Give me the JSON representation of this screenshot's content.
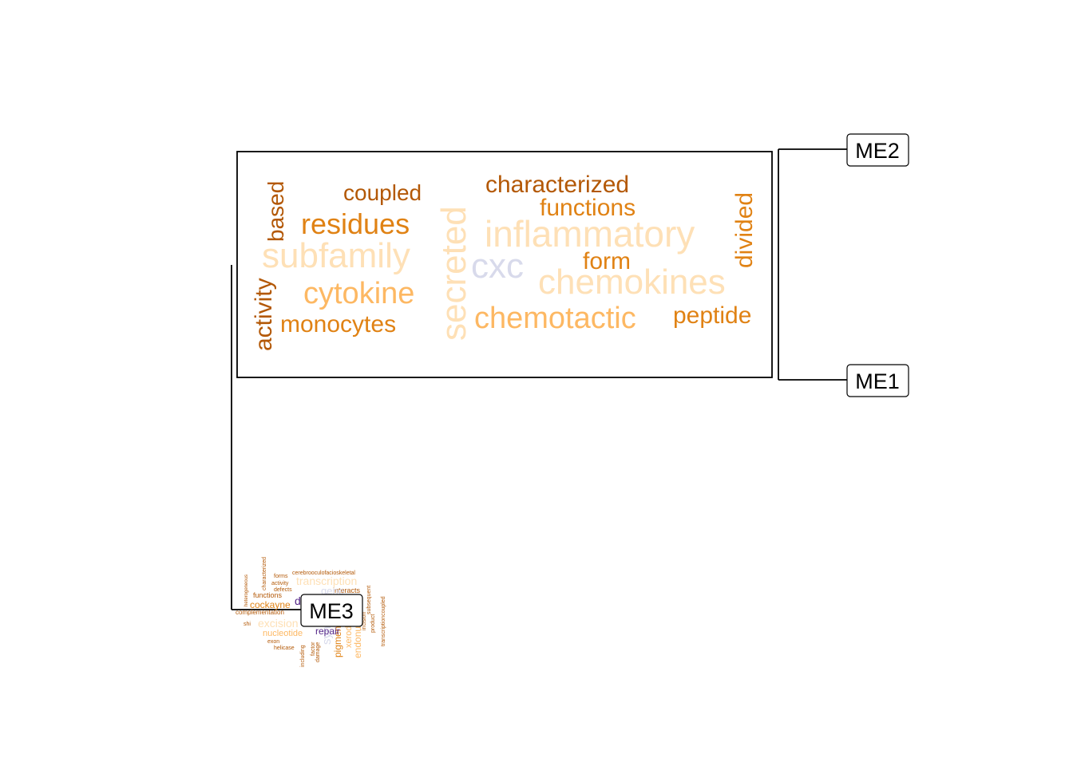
{
  "nodes": {
    "me2": "ME2",
    "me1": "ME1",
    "me3": "ME3"
  },
  "colors": {
    "dark": "#b35806",
    "orange": "#e08214",
    "light_orange": "#fdb863",
    "pale": "#fee0b6",
    "lavender": "#d8daeb",
    "purple": "#542788"
  },
  "cloud_main": [
    {
      "text": "activity",
      "tone": "dark"
    },
    {
      "text": "based",
      "tone": "dark"
    },
    {
      "text": "coupled",
      "tone": "dark"
    },
    {
      "text": "residues",
      "tone": "orange"
    },
    {
      "text": "subfamily",
      "tone": "pale"
    },
    {
      "text": "cytokine",
      "tone": "light_orange"
    },
    {
      "text": "monocytes",
      "tone": "orange"
    },
    {
      "text": "secreted",
      "tone": "pale"
    },
    {
      "text": "cxc",
      "tone": "lavender"
    },
    {
      "text": "characterized",
      "tone": "dark"
    },
    {
      "text": "functions",
      "tone": "orange"
    },
    {
      "text": "inflammatory",
      "tone": "pale"
    },
    {
      "text": "form",
      "tone": "orange"
    },
    {
      "text": "chemokines",
      "tone": "pale"
    },
    {
      "text": "chemotactic",
      "tone": "light_orange"
    },
    {
      "text": "peptide",
      "tone": "orange"
    },
    {
      "text": "divided",
      "tone": "orange"
    }
  ],
  "cloud_small": [
    {
      "text": "heterogeneous",
      "tone": "dark"
    },
    {
      "text": "characterized",
      "tone": "dark"
    },
    {
      "text": "forms",
      "tone": "dark"
    },
    {
      "text": "cerebrooculofacioskeletal",
      "tone": "dark"
    },
    {
      "text": "activity",
      "tone": "dark"
    },
    {
      "text": "transcription",
      "tone": "pale"
    },
    {
      "text": "defects",
      "tone": "dark"
    },
    {
      "text": "functions",
      "tone": "dark"
    },
    {
      "text": "interacts",
      "tone": "dark"
    },
    {
      "text": "cockayne",
      "tone": "orange"
    },
    {
      "text": "complementation",
      "tone": "dark"
    },
    {
      "text": "excision",
      "tone": "pale"
    },
    {
      "text": "nucleotide",
      "tone": "light_orange"
    },
    {
      "text": "exon",
      "tone": "dark"
    },
    {
      "text": "helicase",
      "tone": "dark"
    },
    {
      "text": "syndrome",
      "tone": "lavender"
    },
    {
      "text": "pigmentosum",
      "tone": "orange"
    },
    {
      "text": "xeroderma",
      "tone": "light_orange"
    },
    {
      "text": "endonuclease",
      "tone": "light_orange"
    },
    {
      "text": "incision",
      "tone": "dark"
    },
    {
      "text": "product",
      "tone": "dark"
    },
    {
      "text": "transcriptioncoupled",
      "tone": "dark"
    },
    {
      "text": "subsequent",
      "tone": "dark"
    },
    {
      "text": "factor",
      "tone": "dark"
    },
    {
      "text": "damage",
      "tone": "dark"
    },
    {
      "text": "including",
      "tone": "dark"
    },
    {
      "text": "repair",
      "tone": "purple"
    },
    {
      "text": "dna",
      "tone": "purple"
    },
    {
      "text": "gene",
      "tone": "lavender"
    },
    {
      "text": "shi",
      "tone": "dark"
    }
  ]
}
